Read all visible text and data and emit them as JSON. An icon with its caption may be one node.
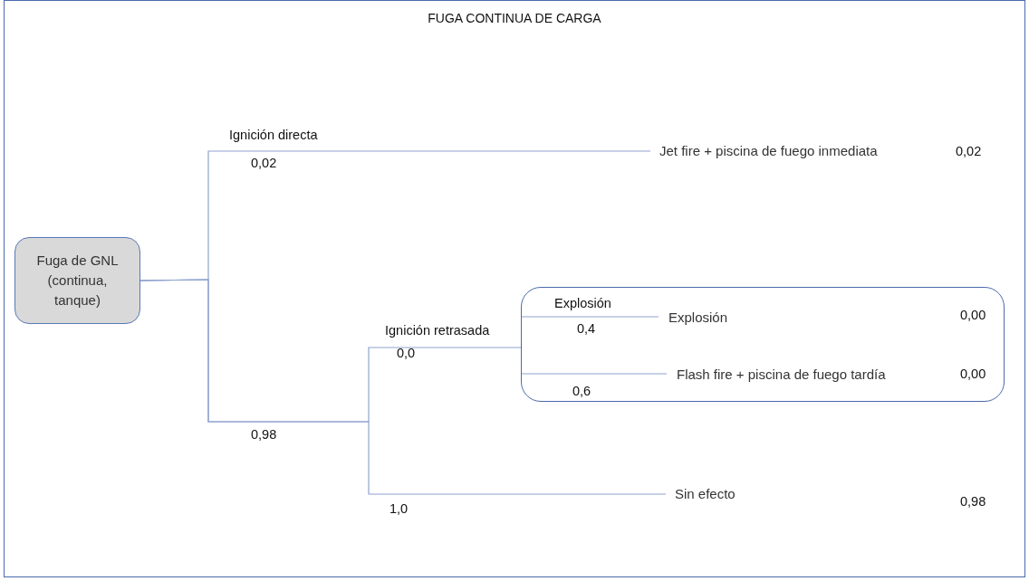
{
  "diagram": {
    "title": "FUGA CONTINUA DE CARGA",
    "nodes": [
      {
        "text": [
          "Fuga de GNL (continua, tanque)"
        ]
      },
      {
        "text": [
          "Jet fire + piscina de fuego inmediata"
        ]
      },
      {
        "text": [],
        "shape": "box"
      },
      {
        "text": [
          "Explosión"
        ],
        "in": 2
      },
      {
        "text": [
          "Flash fire + piscina de fuego tardía"
        ],
        "in": 2
      },
      {
        "text": [
          "Sin efecto"
        ]
      }
    ],
    "edges": [
      {
        "from": 0,
        "to": 1,
        "arrow": "none",
        "label": "Ignición directa"
      },
      {
        "from": 0,
        "to": 2,
        "arrow": "none",
        "label": "Ignición retrasada"
      },
      {
        "from": 0,
        "to": 5,
        "arrow": "none",
        "label": "1,0"
      },
      {
        "from": 2,
        "to": 3,
        "arrow": "none",
        "label": "Explosión"
      },
      {
        "from": 2,
        "to": 4,
        "arrow": "none",
        "label": "0,6"
      }
    ],
    "labels": [
      "0,02",
      "0,02",
      "0,00",
      "0,4",
      "0,0",
      "0,00",
      "0,98",
      "0,98"
    ]
  }
}
